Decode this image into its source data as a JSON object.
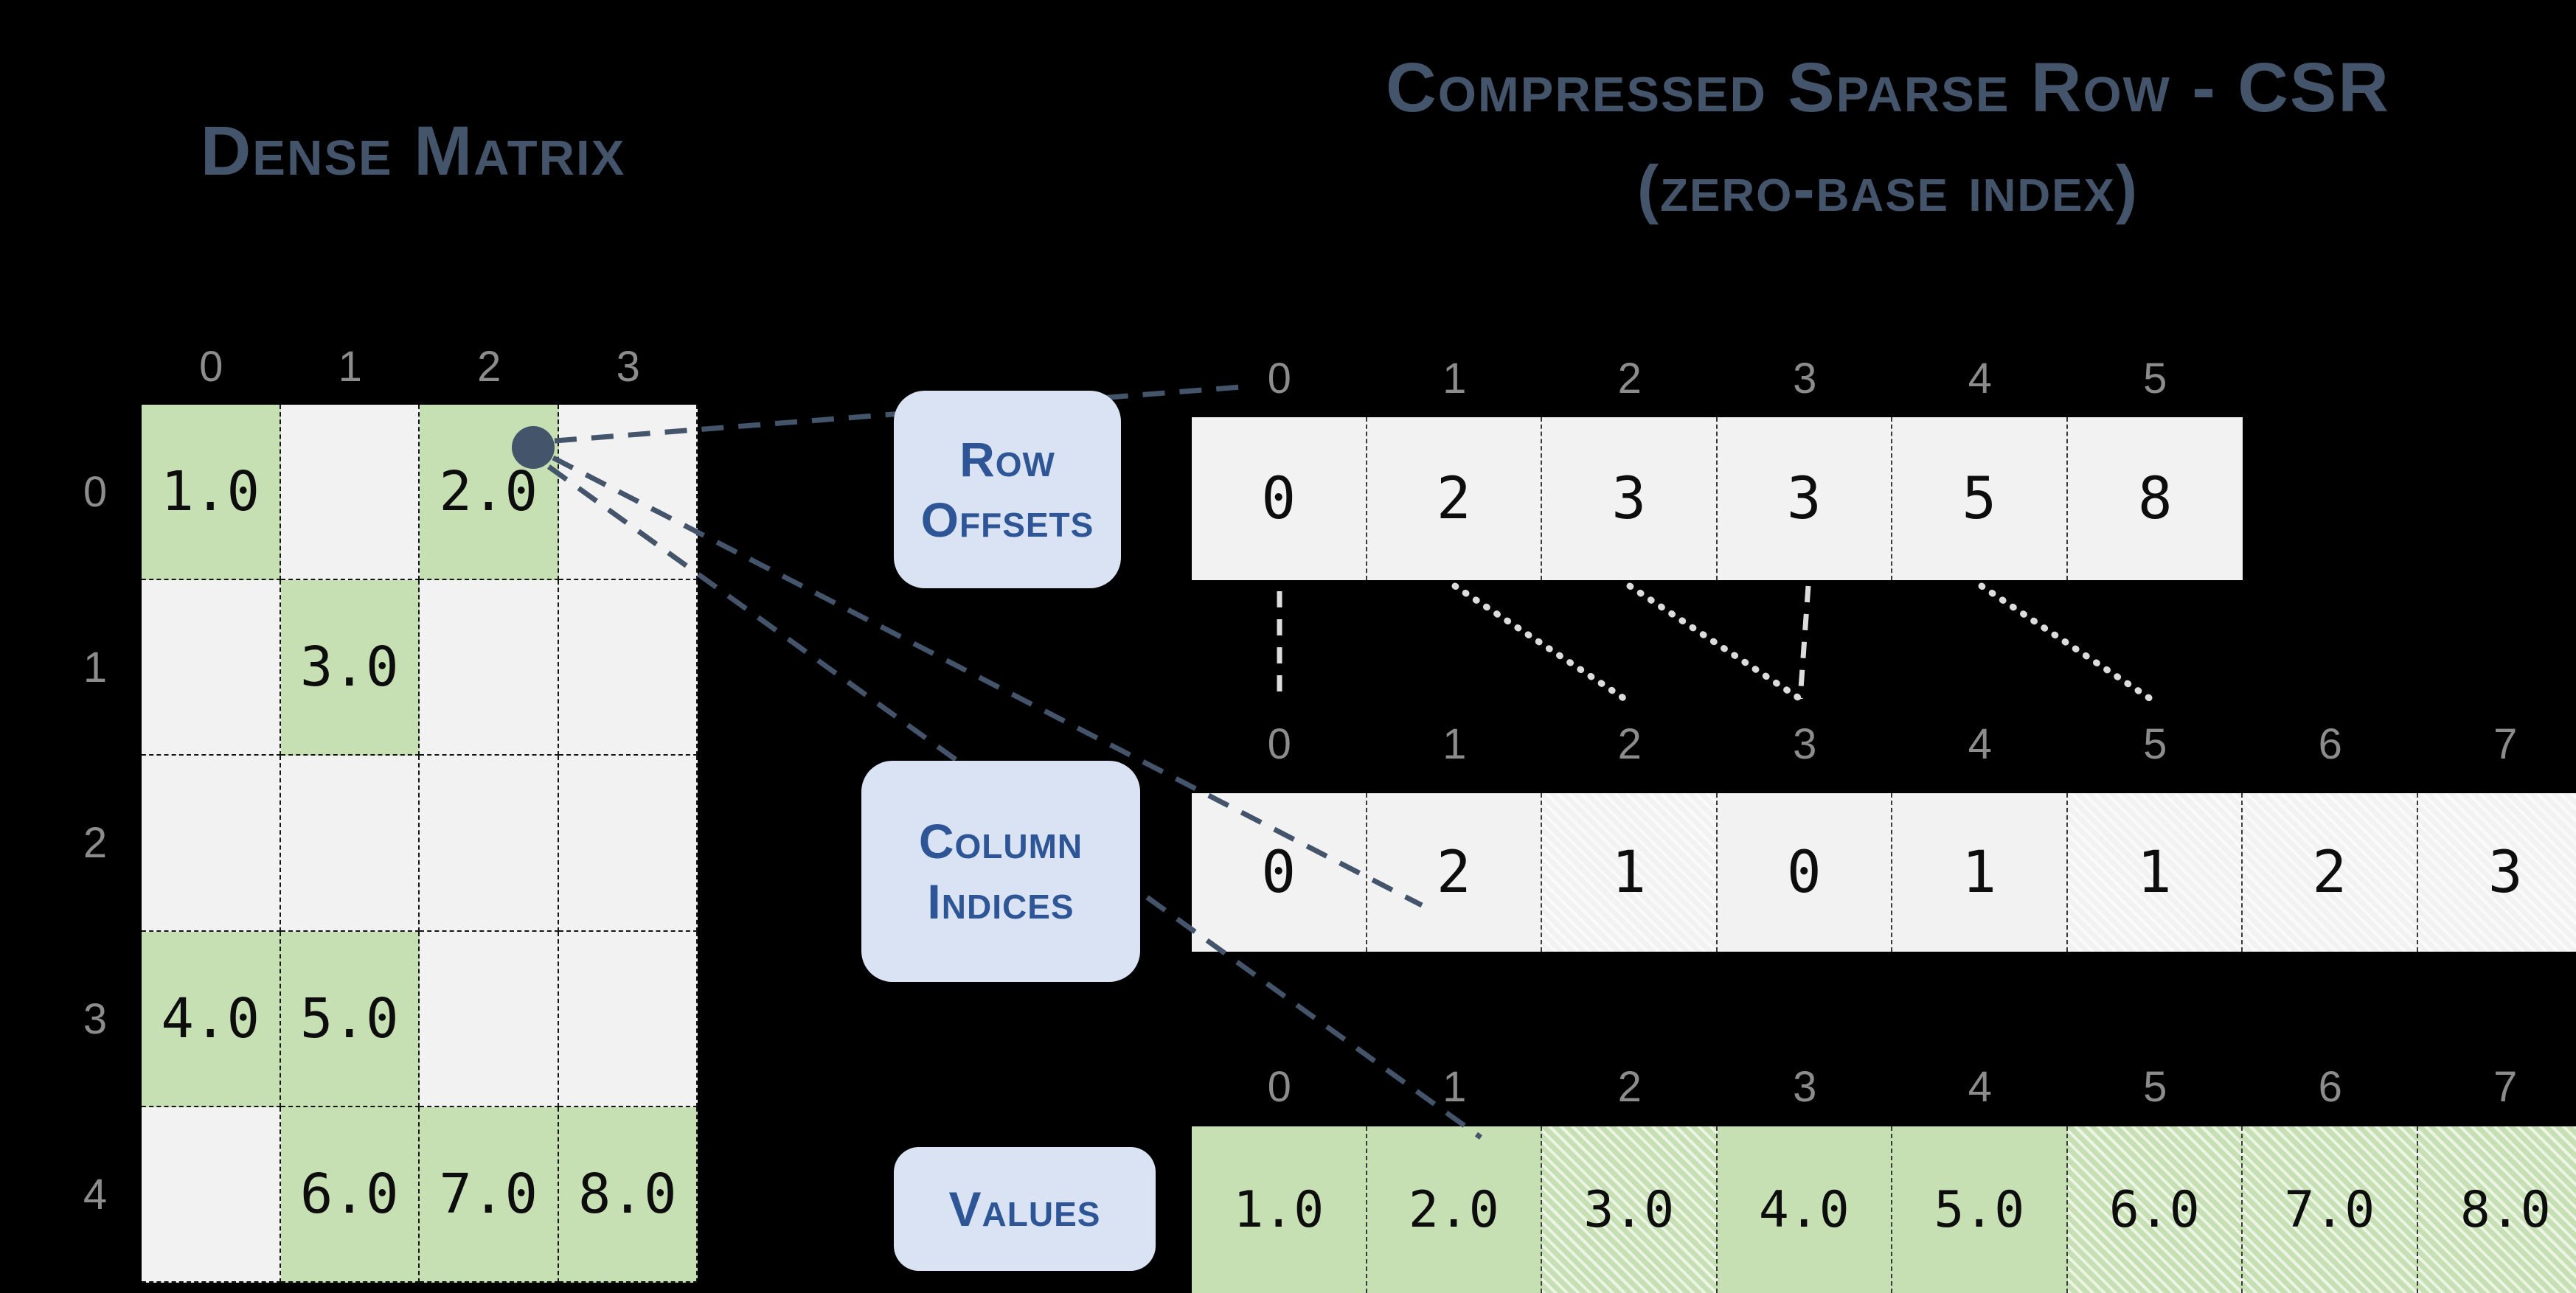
{
  "titles": {
    "dense": "Dense Matrix",
    "csr_line1": "Compressed Sparse Row - CSR",
    "csr_line2": "(zero-base index)"
  },
  "labels": {
    "row_offsets_line1": "Row",
    "row_offsets_line2": "Offsets",
    "column_indices_line1": "Column",
    "column_indices_line2": "Indices",
    "values": "Values"
  },
  "dense_matrix": {
    "col_labels": [
      "0",
      "1",
      "2",
      "3"
    ],
    "row_labels": [
      "0",
      "1",
      "2",
      "3",
      "4"
    ],
    "cells": [
      [
        "1.0",
        "",
        "2.0",
        ""
      ],
      [
        "",
        "3.0",
        "",
        ""
      ],
      [
        "",
        "",
        "",
        ""
      ],
      [
        "4.0",
        "5.0",
        "",
        ""
      ],
      [
        "",
        "6.0",
        "7.0",
        "8.0"
      ]
    ]
  },
  "arrays": {
    "row_offsets": {
      "indices": [
        "0",
        "1",
        "2",
        "3",
        "4",
        "5"
      ],
      "values": [
        "0",
        "2",
        "3",
        "3",
        "5",
        "8"
      ]
    },
    "column_indices": {
      "indices": [
        "0",
        "1",
        "2",
        "3",
        "4",
        "5",
        "6",
        "7"
      ],
      "values": [
        "0",
        "2",
        "1",
        "0",
        "1",
        "1",
        "2",
        "3"
      ],
      "hatched_positions": [
        2,
        5,
        6,
        7
      ]
    },
    "values": {
      "indices": [
        "0",
        "1",
        "2",
        "3",
        "4",
        "5",
        "6",
        "7"
      ],
      "values": [
        "1.0",
        "2.0",
        "3.0",
        "4.0",
        "5.0",
        "6.0",
        "7.0",
        "8.0"
      ],
      "hatched_positions": [
        2,
        5,
        6,
        7
      ]
    }
  },
  "colors": {
    "background": "#000000",
    "title_text": "#44546a",
    "label_box_fill": "#dae3f3",
    "label_box_text": "#2e5697",
    "filled_cell_green": "#c6e0b4",
    "empty_cell_gray": "#f2f2f2",
    "index_label_gray": "#8c8c8c",
    "connector_dark": "#44546a",
    "connector_light": "#dcdcdc"
  }
}
